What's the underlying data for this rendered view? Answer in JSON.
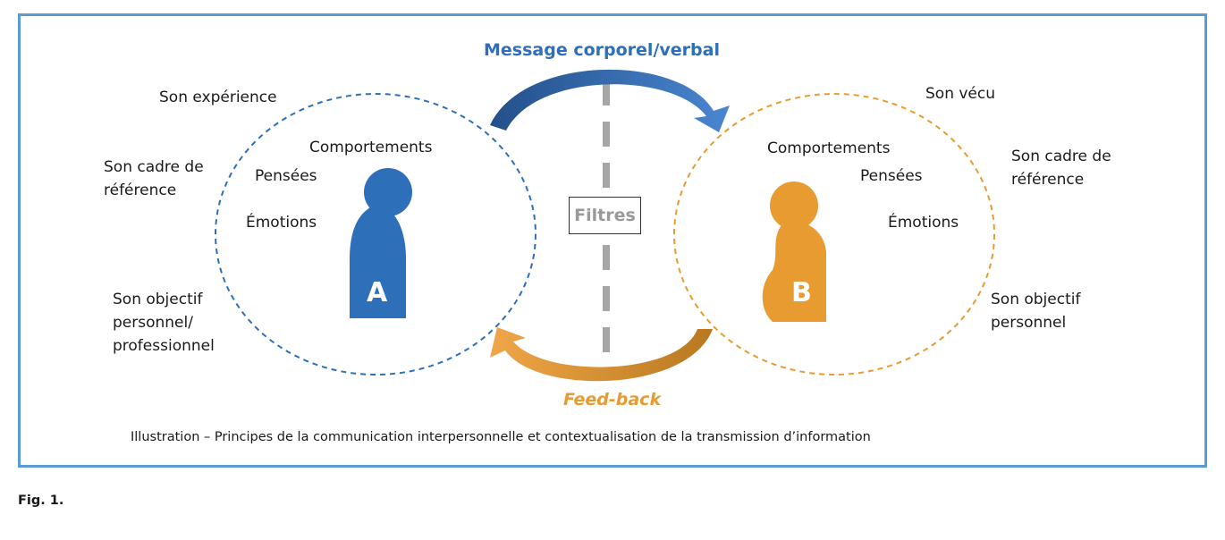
{
  "top_message": "Message corporel/verbal",
  "bottom_message": "Feed-back",
  "filter_label": "Filtres",
  "person_a": {
    "letter": "A",
    "experience": "Son expérience",
    "frame": "Son cadre de\nréférence",
    "objective": "Son objectif\npersonnel/\nprofessionnel",
    "behaviors": "Comportements",
    "thoughts": "Pensées",
    "emotions": "Émotions"
  },
  "person_b": {
    "letter": "B",
    "experience": "Son vécu",
    "frame": "Son cadre de\nréférence",
    "objective": "Son objectif\npersonnel",
    "behaviors": "Comportements",
    "thoughts": "Pensées",
    "emotions": "Émotions"
  },
  "caption": "Illustration – Principes de la communication interpersonnelle et contextualisation de la transmission d’information",
  "figure_label": "Fig. 1.",
  "colors": {
    "blue": "#2e6fba",
    "orange": "#e89b30",
    "frame": "#5b9bd5",
    "filter_text": "#9a9a9a"
  }
}
